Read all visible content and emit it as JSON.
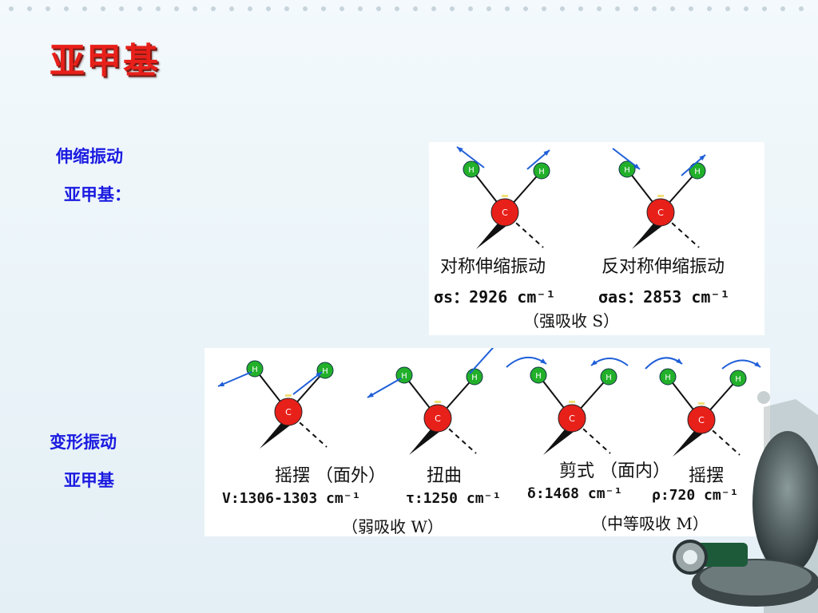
{
  "slide": {
    "title": "亚甲基",
    "stretch_heading": "伸缩振动",
    "stretch_group": "亚甲基：",
    "bend_heading": "变形振动",
    "bend_group": "亚甲基"
  },
  "stretch_panel": {
    "sym_name": "对称伸缩振动",
    "sym_value": "σs：2926 cm⁻¹",
    "asym_name": "反对称伸缩振动",
    "asym_value": "σas：2853 cm⁻¹",
    "intensity": "（强吸收 S）"
  },
  "bend_panel": {
    "wag_name": "摇摆 （面外）",
    "twist_name": "扭曲",
    "wag_value": "V:1306-1303 cm⁻¹",
    "twist_value": "τ:1250 cm⁻¹",
    "weak_note": "（弱吸收 W）",
    "scissor_name": "剪式 （面内）",
    "rock_name": "摇摆",
    "scissor_value": "δ:1468 cm⁻¹",
    "rock_value": "ρ:720 cm⁻¹",
    "medium_note": "（中等吸收 M）"
  },
  "atoms": {
    "carbon": "C",
    "hydrogen": "H"
  },
  "colors": {
    "carbon": "#e8201a",
    "hydrogen": "#22b02a",
    "arrow": "#1f5fd8",
    "title": "#e8201a",
    "label": "#1a1ae0"
  }
}
